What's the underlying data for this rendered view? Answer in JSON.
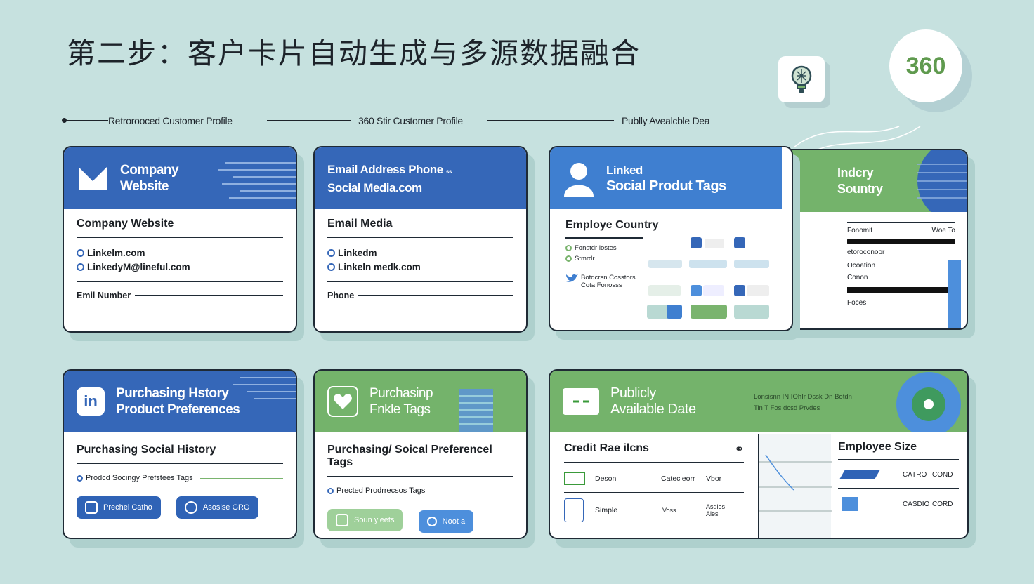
{
  "title": "第二步：客户卡片自动生成与多源数据融合",
  "badge_360": "360",
  "timeline": {
    "label1": "Retrorooced Customer Profile",
    "label2": "360 Stir Customer Profile",
    "label3": "Publly Avealcble Dea"
  },
  "card1": {
    "head": [
      "Company",
      "Website"
    ],
    "section": "Company Website",
    "rows": [
      "Linkelm.com",
      "LinkedyM@lineful.com"
    ],
    "field": "Emil Number"
  },
  "card2": {
    "head": [
      "Email Address Phone",
      "Social Media.com"
    ],
    "head_small": "ss",
    "section": "Email Media",
    "rows": [
      "Linkedm",
      "Linkeln medk.com"
    ],
    "field": "Phone"
  },
  "card3": {
    "head": [
      "Linked",
      "Social Produt Tags"
    ],
    "section": "Employe Country",
    "items": [
      "Fonstdr lostes",
      "Stmrdr",
      "Botdcrsn Cosstors",
      "Cota Fonosss"
    ],
    "tab_head": [
      "Indcry",
      "Sountry"
    ],
    "tab_rows": [
      "Fonomit",
      "Woe To",
      "etoroconoor",
      "Ocoation",
      "Conon",
      "Foces"
    ]
  },
  "card4": {
    "head": [
      "Purchasing Hstory",
      "Product Preferences"
    ],
    "section": "Purchasing Social History",
    "row": "Prodcd Socingy Prefstees Tags",
    "pill1": "Prechel Catho",
    "pill2": "Asosise GRO"
  },
  "card5": {
    "head": [
      "Purchasinp",
      "Fnkle Tags"
    ],
    "section": "Purchasing/ Soical Preferencel Tags",
    "row": "Prected Prodrrecsos Tags",
    "pill1": "Soun yleets",
    "pill2": "Noot a"
  },
  "card6": {
    "head": [
      "Publicly",
      "Available Date"
    ],
    "section": "Credit Rae ilcns",
    "rows": [
      [
        "Deson",
        "Catecleorr",
        "Vbor"
      ],
      [
        "Simple",
        "Voss",
        "Asdles Ales"
      ]
    ],
    "right_title": "Employee Size",
    "right_rows": [
      [
        "CATRO",
        "COND"
      ],
      [
        "CASDIO",
        "CORD"
      ]
    ],
    "strip_text": [
      "Lonsisnn IN IOhIr Dssk Dn Botdn",
      "Tin T Fos dcsd Prvdes"
    ]
  }
}
